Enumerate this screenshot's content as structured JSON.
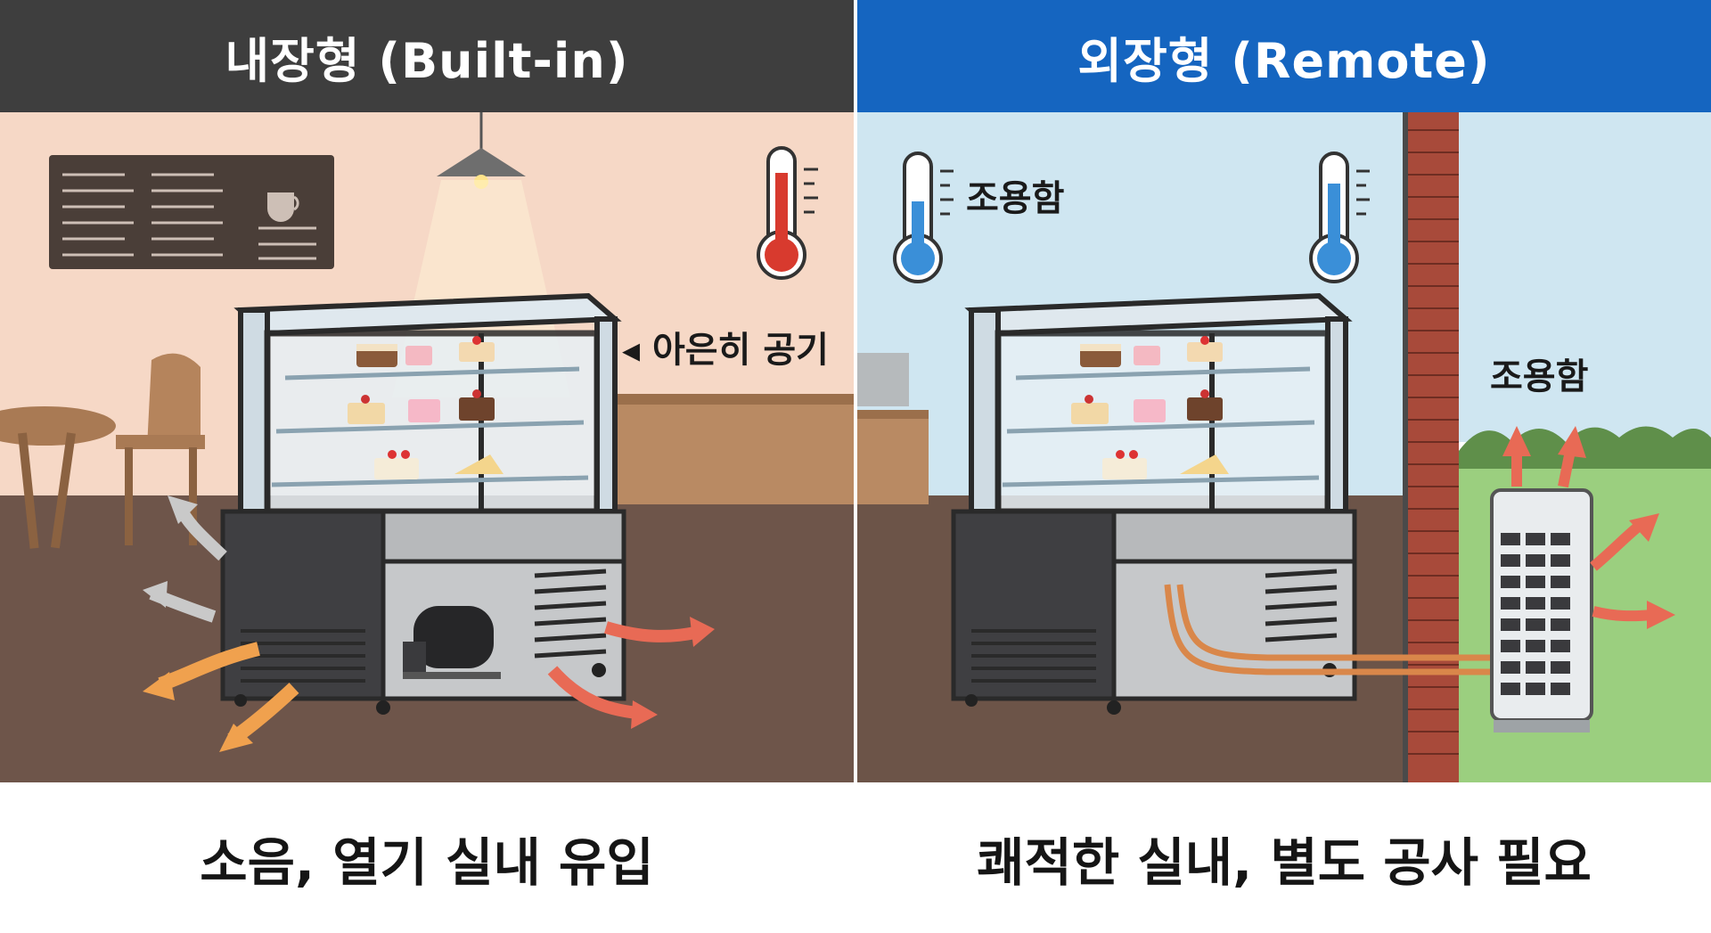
{
  "left_panel": {
    "title": "내장형 (Built-in)",
    "warm_air_label": "◂ 아은히 공기",
    "caption": "소음, 열기 실내 유입",
    "header_color": "#3e3e3e",
    "accent_color": "#e05a4a",
    "thermometer_icon": "thermometer-hot-icon",
    "compressor_icon": "compressor-icon",
    "arrow_icon": "hot-air-arrow-icon"
  },
  "right_panel": {
    "title": "외장형 (Remote)",
    "quiet_label_indoor": "조용함",
    "quiet_label_outdoor": "조용함",
    "caption": "쾌적한 실내, 별도 공사 필요",
    "header_color": "#1565c0",
    "accent_color": "#3a8fd8",
    "thermometer_icon": "thermometer-cold-icon",
    "outdoor_unit_icon": "outdoor-condenser-icon",
    "arrow_icon": "exhaust-arrow-icon"
  }
}
